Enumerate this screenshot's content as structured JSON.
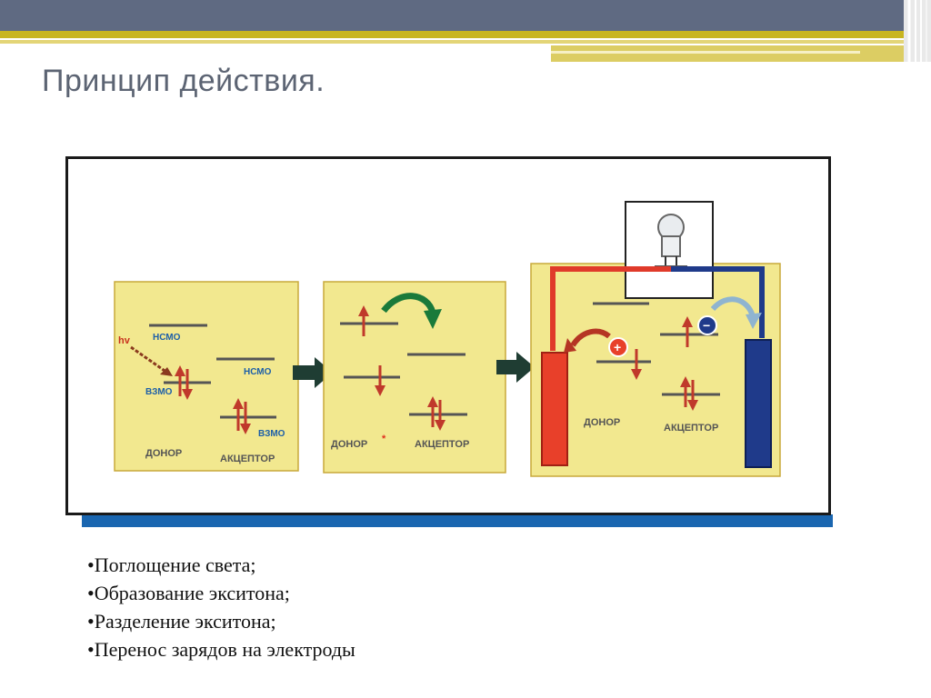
{
  "slide": {
    "title": "Принцип действия."
  },
  "diagram": {
    "panel1": {
      "hv": "hv",
      "lumo": "НСМО",
      "homo": "ВЗМО",
      "acceptor_lumo": "НСМО",
      "acceptor_homo": "ВЗМО",
      "donor": "ДОНОР",
      "acceptor": "АКЦЕПТОР"
    },
    "panel2": {
      "donor": "ДОНОР",
      "star": "*",
      "acceptor": "АКЦЕПТОР"
    },
    "panel3": {
      "plus": "+",
      "minus": "−",
      "donor": "ДОНОР",
      "acceptor": "АКЦЕПТОР"
    },
    "colors": {
      "panel": "#f2e88f",
      "frame_shadow": "#1a66b0",
      "anode": "#e8402a",
      "cathode": "#1f3a8a",
      "wire_red": "#e03a2a",
      "wire_blue": "#1f3a8a",
      "arrow": "#1f3d33"
    }
  },
  "bullets": [
    "Поглощение света;",
    "Образование экситона;",
    "Разделение экситона;",
    "Перенос зарядов на электроды"
  ]
}
